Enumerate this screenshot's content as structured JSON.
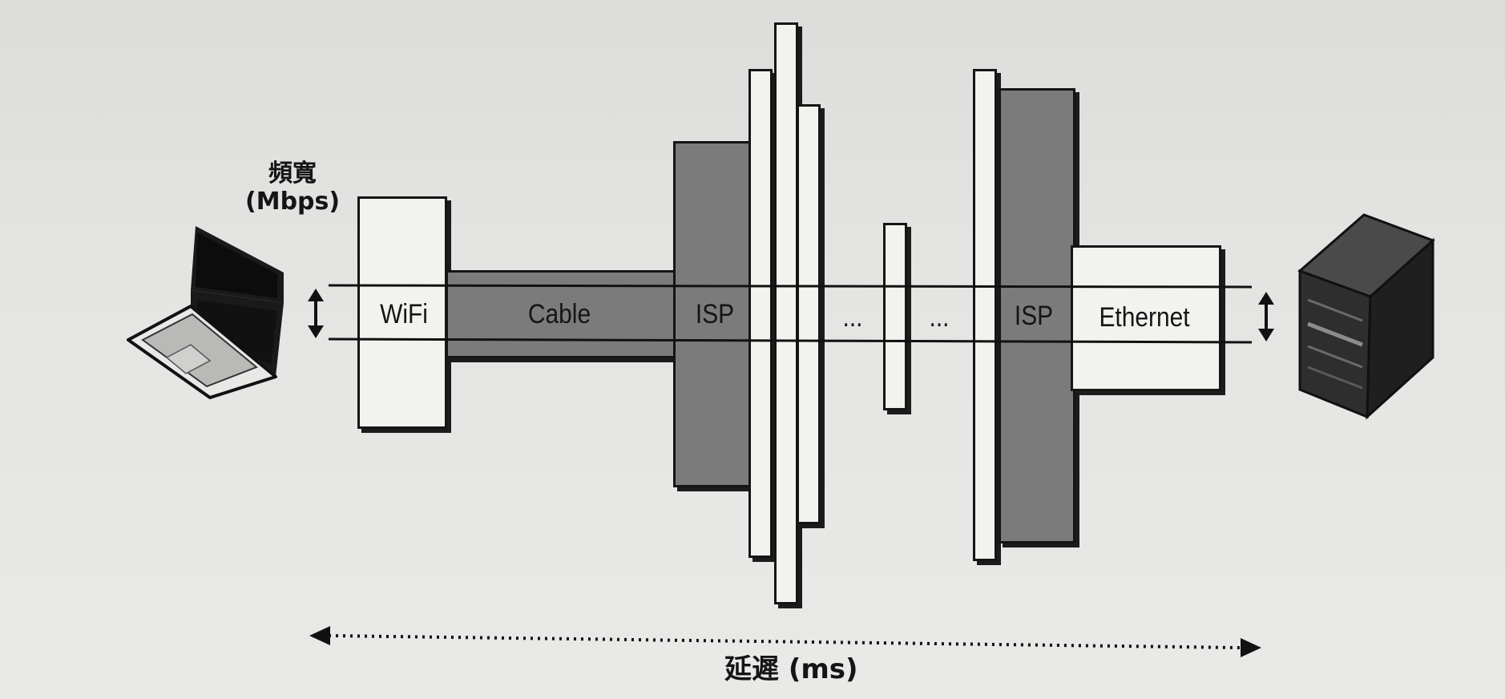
{
  "bandwidth_axis": {
    "title_line1": "頻寬",
    "title_line2": "(Mbps)"
  },
  "latency_axis": {
    "title": "延遲 (ms)"
  },
  "segments": {
    "wifi": "WiFi",
    "cable": "Cable",
    "isp_left": "ISP",
    "hop_dots_1": "...",
    "hop_dots_2": "...",
    "isp_right": "ISP",
    "ethernet": "Ethernet"
  },
  "icons": {
    "client": "laptop-icon",
    "server": "server-tower-icon"
  }
}
